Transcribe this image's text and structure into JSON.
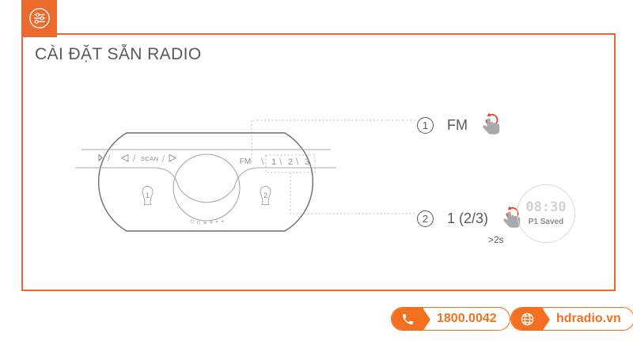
{
  "header": {
    "badge_icon": "sliders-settings-icon",
    "title": "CÀI ĐẶT SẴN RADIO"
  },
  "colors": {
    "accent_orange": "#ec6a2b",
    "footer_orange": "#f37021",
    "text_gray": "#58595b",
    "line_gray": "#6d6e71",
    "indicator_red": "#e8412a",
    "hand_gray": "#a7a9ac"
  },
  "device": {
    "name": "radio-speaker-top-panel",
    "control_strip": {
      "items": [
        "bluetooth-icon",
        "prev-track-icon",
        "SCAN",
        "next-track-icon"
      ],
      "separator": "/",
      "scan_label": "SCAN"
    },
    "band_label": "FM",
    "presets": [
      "1",
      "2",
      "3"
    ],
    "preset_buttons": [
      {
        "label": "1",
        "name": "device-preset-button-1"
      },
      {
        "label": "2",
        "name": "device-preset-button-2"
      }
    ]
  },
  "callouts": [
    {
      "number": "1",
      "label": "FM",
      "gesture_icon": "tap-hand-icon",
      "rotate_icon": "rotate-arrow-icon",
      "hold_text": ""
    },
    {
      "number": "2",
      "label": "1 (2/3)",
      "gesture_icon": "tap-hand-icon",
      "rotate_icon": "rotate-arrow-icon",
      "hold_text": ">2s"
    }
  ],
  "display": {
    "time": "08:30",
    "status": "P1 Saved"
  },
  "footer": {
    "phone": {
      "icon": "phone-icon",
      "text": "1800.0042"
    },
    "website": {
      "icon": "globe-icon",
      "text": "hdradio.vn"
    }
  }
}
